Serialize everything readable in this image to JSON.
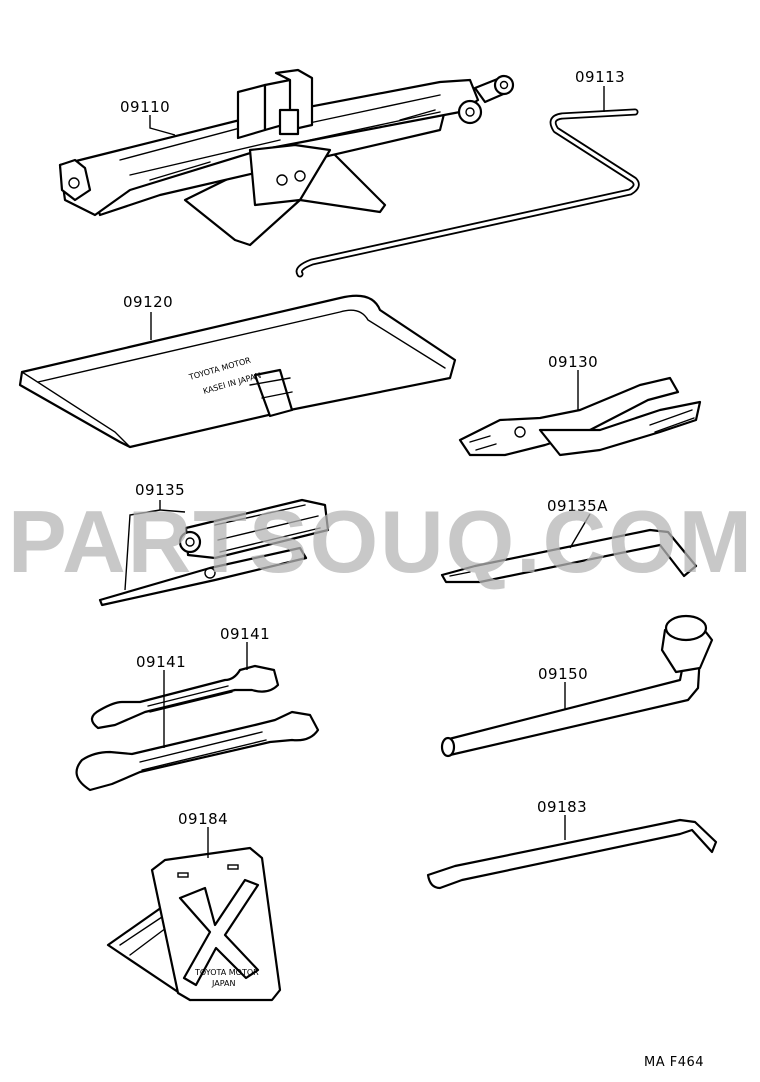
{
  "diagram": {
    "parts": [
      {
        "id": "jack",
        "label": "09110"
      },
      {
        "id": "jack-handle",
        "label": "09113"
      },
      {
        "id": "tool-bag",
        "label": "09120",
        "imprint": [
          "TOYOTA MOTOR",
          "KASEI IN JAPAN"
        ]
      },
      {
        "id": "pliers",
        "label": "09130"
      },
      {
        "id": "screwdriver",
        "label": "09135"
      },
      {
        "id": "screwdriver-bar",
        "label": "09135A"
      },
      {
        "id": "wrench-small",
        "label": "09141"
      },
      {
        "id": "wrench-large",
        "label": "09141"
      },
      {
        "id": "lug-wrench",
        "label": "09150"
      },
      {
        "id": "hub-cap-remover",
        "label": "09183"
      },
      {
        "id": "warning-triangle",
        "label": "09184",
        "imprint": [
          "TOYOTA MOTOR",
          "JAPAN"
        ]
      }
    ],
    "watermark": "PARTSOUQ.COM",
    "figure_code": "MA F464"
  }
}
